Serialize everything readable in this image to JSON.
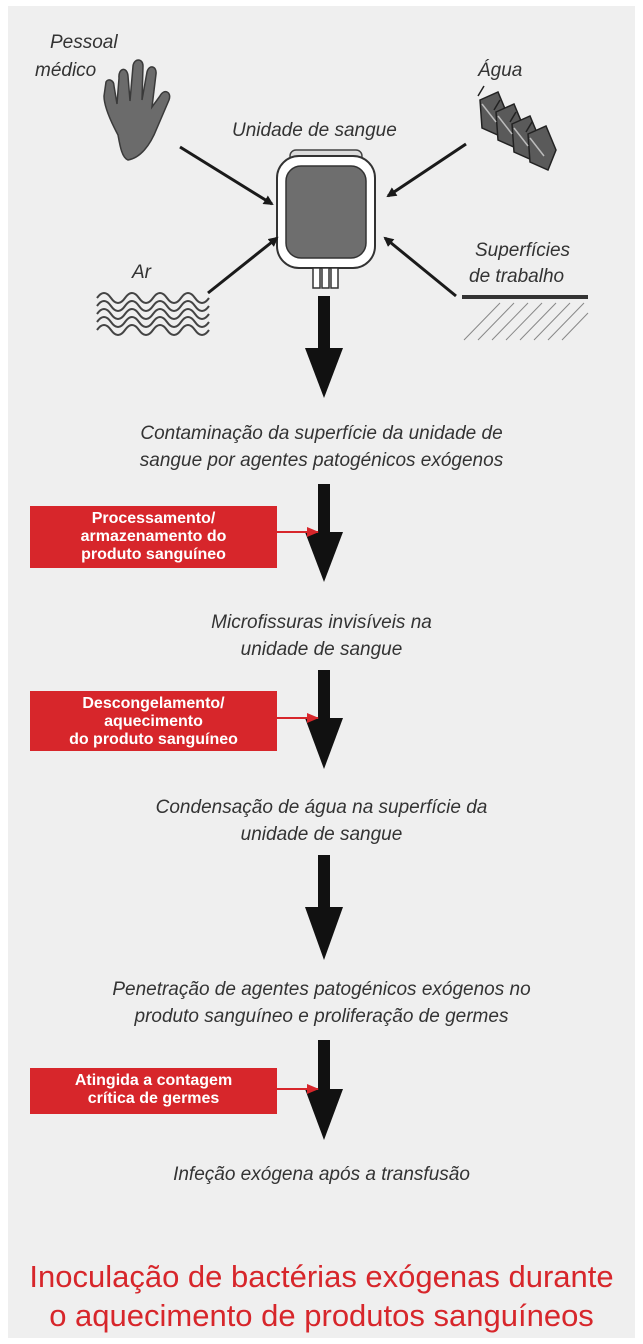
{
  "sources": {
    "staff": [
      "Pessoal",
      "médico"
    ],
    "water": "Água",
    "unit": "Unidade de sangue",
    "air": "Ar",
    "surfaces": [
      "Superfícies",
      "de trabalho"
    ]
  },
  "steps": [
    [
      "Contaminação da superfície da unidade de",
      "sangue por agentes patogénicos exógenos"
    ],
    [
      "Microfissuras invisíveis na",
      "unidade de sangue"
    ],
    [
      "Condensação de água na superfície da",
      "unidade de sangue"
    ],
    [
      "Penetração de agentes patogénicos exógenos no",
      "produto sanguíneo e proliferação de germes"
    ],
    [
      "Infeção exógena após a transfusão"
    ]
  ],
  "factors": [
    [
      "Processamento/",
      "armazenamento do",
      "produto sanguíneo"
    ],
    [
      "Descongelamento/",
      "aquecimento",
      "do produto sanguíneo"
    ],
    [
      "Atingida a contagem",
      "crítica de germes"
    ]
  ],
  "title": [
    "Inoculação de bactérias exógenas durante",
    "o aquecimento de produtos sanguíneos"
  ],
  "colors": {
    "accent": "#d7262b",
    "background": "#efefef",
    "text": "#333333"
  }
}
